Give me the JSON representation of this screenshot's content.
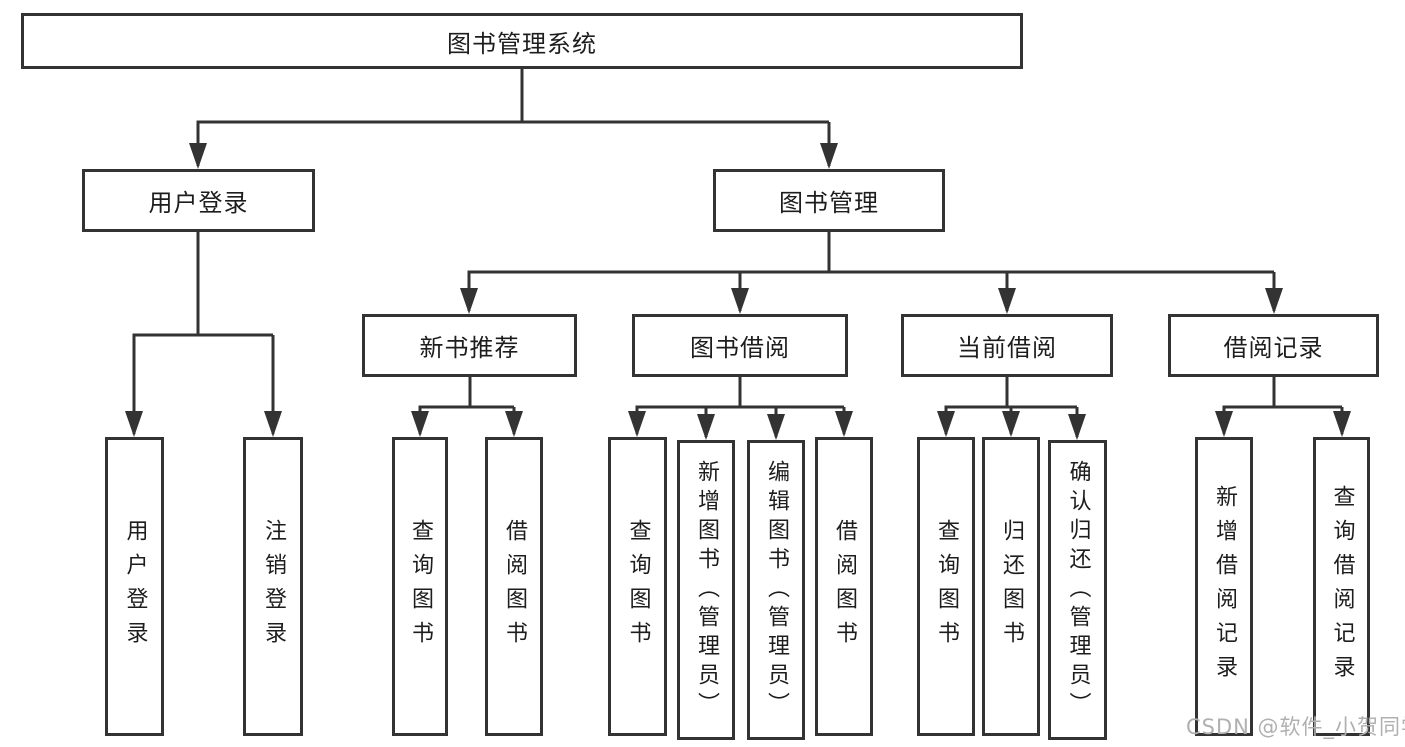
{
  "diagram_title": "图书管理系统",
  "tree": {
    "label": "图书管理系统",
    "children": [
      {
        "label": "用户登录",
        "children": [
          {
            "label": "用户登录"
          },
          {
            "label": "注销登录"
          }
        ]
      },
      {
        "label": "图书管理",
        "children": [
          {
            "label": "新书推荐",
            "children": [
              {
                "label": "查询图书"
              },
              {
                "label": "借阅图书"
              }
            ]
          },
          {
            "label": "图书借阅",
            "children": [
              {
                "label": "查询图书"
              },
              {
                "label": "新增图书（管理员）"
              },
              {
                "label": "编辑图书（管理员）"
              },
              {
                "label": "借阅图书"
              }
            ]
          },
          {
            "label": "当前借阅",
            "children": [
              {
                "label": "查询图书"
              },
              {
                "label": "归还图书"
              },
              {
                "label": "确认归还（管理员）"
              }
            ]
          },
          {
            "label": "借阅记录",
            "children": [
              {
                "label": "新增借阅记录"
              },
              {
                "label": "查询借阅记录"
              }
            ]
          }
        ]
      }
    ]
  },
  "watermark": {
    "text": "CSDN @软件_小贺同学"
  },
  "colors": {
    "line": "#333333",
    "box_border": "#333333",
    "text": "#1d1d1d",
    "watermark_text": "#b0b0b0",
    "background": "#ffffff"
  }
}
